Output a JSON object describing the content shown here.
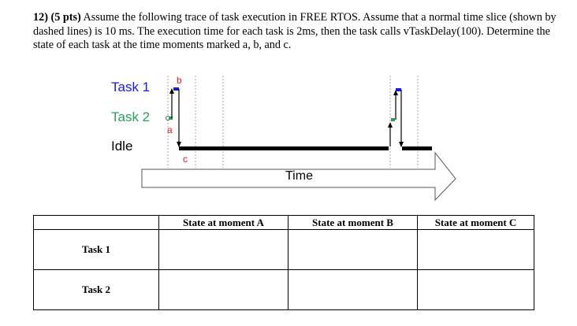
{
  "question": {
    "number": "12)",
    "points": "(5 pts)",
    "text": "Assume the following trace of task execution in FREE RTOS. Assume that a normal time slice (shown by dashed lines) is 10 ms. The execution time for each task is 2ms, then the task calls vTaskDelay(100). Determine the state of each task at the time moments marked a, b, and c."
  },
  "diagram": {
    "rows": [
      {
        "label": "Task 1",
        "color": "#1a1ae6"
      },
      {
        "label": "Task 2",
        "color": "#2e9e5b"
      },
      {
        "label": "Idle",
        "color": "#000000"
      }
    ],
    "markers": [
      {
        "label": "a",
        "color": "#e21b1b"
      },
      {
        "label": "b",
        "color": "#e21b1b"
      },
      {
        "label": "c",
        "color": "#e21b1b"
      }
    ],
    "axis_label": "Time",
    "time_slice_ms": 10
  },
  "table": {
    "headers": [
      "",
      "State at moment A",
      "State at moment B",
      "State at moment C"
    ],
    "rows": [
      {
        "label": "Task 1",
        "cells": [
          "",
          "",
          ""
        ]
      },
      {
        "label": "Task 2",
        "cells": [
          "",
          "",
          ""
        ]
      }
    ]
  }
}
